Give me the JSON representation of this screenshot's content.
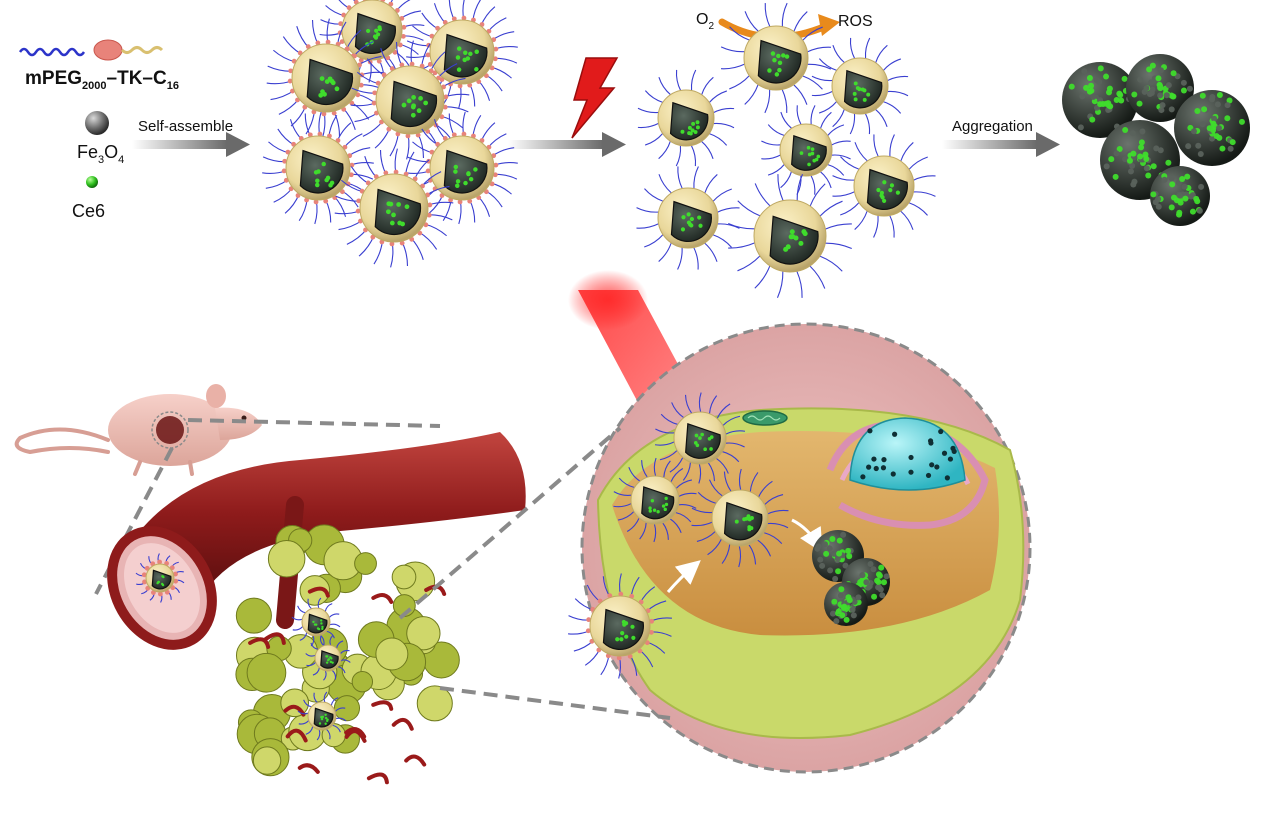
{
  "legend": {
    "polymer": {
      "prefix": "mPEG",
      "sub1": "2000",
      "mid": "–TK–C",
      "sub2": "16"
    },
    "iron_oxide": {
      "prefix": "Fe",
      "sub1": "3",
      "mid": "O",
      "sub2": "4"
    },
    "photosensitizer": "Ce6"
  },
  "steps": {
    "self_assemble": "Self-assemble",
    "aggregation": "Aggregation"
  },
  "reaction": {
    "oxygen_prefix": "O",
    "oxygen_sub": "2",
    "product": "ROS"
  },
  "colors": {
    "shell": "#e9d79a",
    "core": "#2f3a33",
    "ce6": "#3fdc2c",
    "peg_chain": "#3a3fd0",
    "tk_head": "#e8837a",
    "laser": "#ff1a1a",
    "vessel": "#8e1b1b",
    "cell_body": "#c9d96a",
    "cytoplasm": "#d9a35a",
    "nucleus": "#5cd6e0",
    "er": "#d98fb2",
    "ros_arrow": "#e88a1c",
    "process_arrow": "#8a8a8a"
  },
  "icons": [
    "lightning-bolt-icon",
    "laser-beam-icon",
    "mouse-icon",
    "blood-vessel-icon",
    "tumor-icon",
    "cell-icon",
    "nucleus-icon",
    "mitochondrion-icon"
  ]
}
